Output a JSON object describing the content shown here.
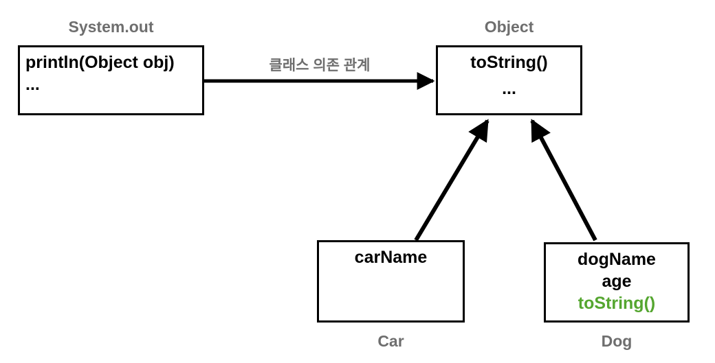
{
  "diagram": {
    "title": "Java class diagram: System.out dependency and Object inheritance",
    "colors": {
      "stroke": "#000000",
      "label_gray": "#6E6E6E",
      "override_green": "#55A630",
      "background": "#FFFFFF"
    },
    "classes": [
      {
        "id": "system-out",
        "label": "System.out",
        "label_position": "above",
        "align": "left",
        "members": [
          {
            "text": "println(Object obj)",
            "color": "black"
          },
          {
            "text": "...",
            "color": "black"
          }
        ]
      },
      {
        "id": "object",
        "label": "Object",
        "label_position": "above",
        "align": "center",
        "members": [
          {
            "text": "toString()",
            "color": "black"
          },
          {
            "text": "...",
            "color": "black"
          }
        ]
      },
      {
        "id": "car",
        "label": "Car",
        "label_position": "below",
        "align": "center",
        "members": [
          {
            "text": "carName",
            "color": "black"
          }
        ]
      },
      {
        "id": "dog",
        "label": "Dog",
        "label_position": "below",
        "align": "center",
        "members": [
          {
            "text": "dogName",
            "color": "black"
          },
          {
            "text": "age",
            "color": "black"
          },
          {
            "text": "toString()",
            "color": "green"
          }
        ]
      }
    ],
    "edges": [
      {
        "id": "dependency",
        "from": "system-out",
        "to": "object",
        "label": "클래스 의존 관계",
        "style": "solid-arrow"
      },
      {
        "id": "car-extends-object",
        "from": "car",
        "to": "object",
        "label": "",
        "style": "solid-arrow"
      },
      {
        "id": "dog-extends-object",
        "from": "dog",
        "to": "object",
        "label": "",
        "style": "solid-arrow"
      }
    ]
  }
}
